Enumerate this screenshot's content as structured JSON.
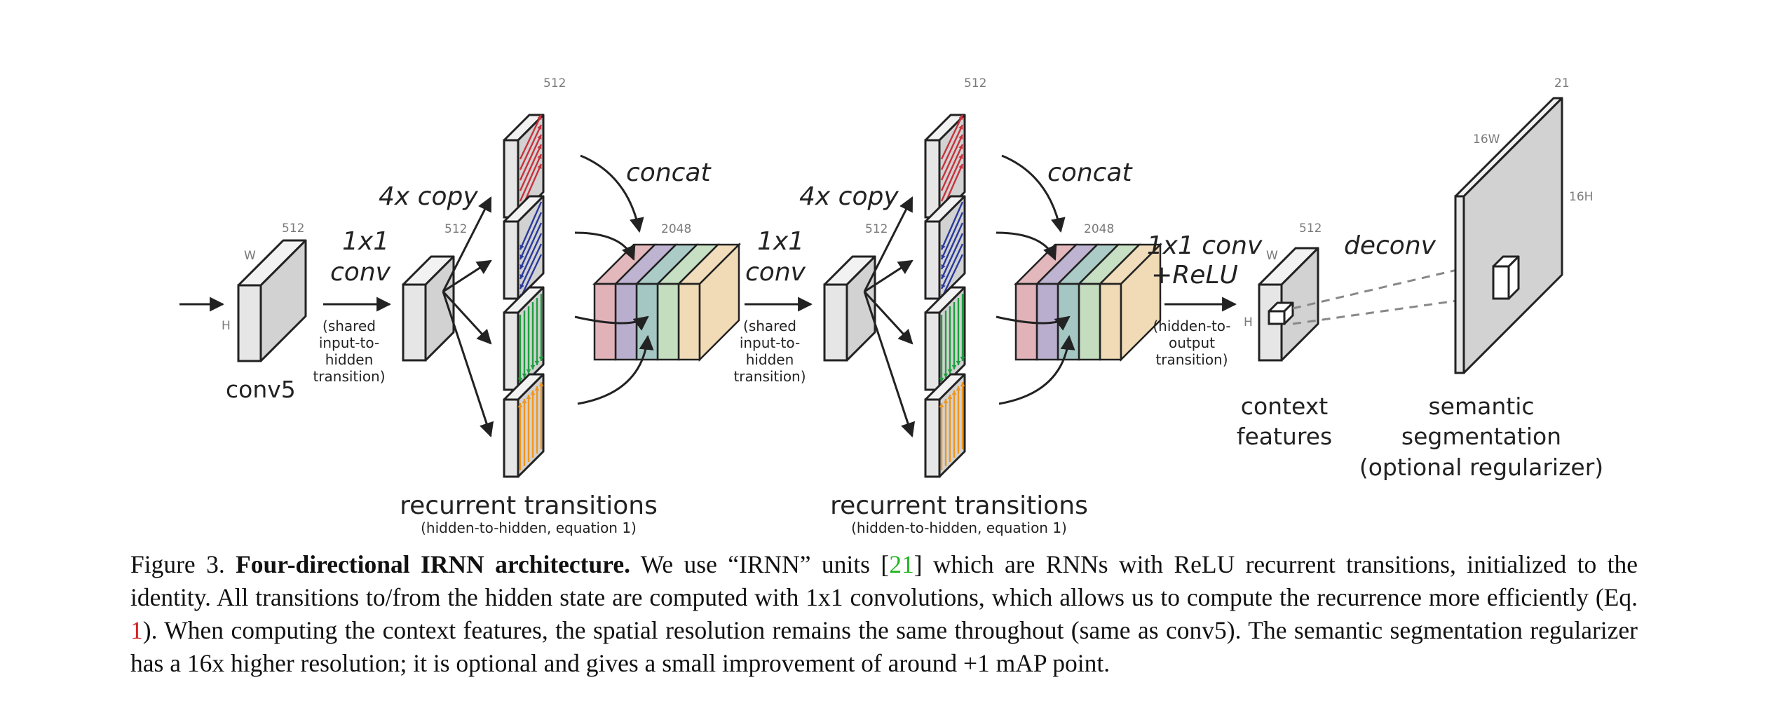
{
  "figure": {
    "conv5": {
      "label": "conv5",
      "dim_w": "W",
      "dim_h": "H",
      "dim_c": "512"
    },
    "stage1": {
      "conv_label": [
        "1x1",
        "conv"
      ],
      "conv_note": [
        "(shared",
        "input-to-",
        "hidden",
        "transition)"
      ],
      "copy_label": "4x copy",
      "copy_dim": "512",
      "rnn_dim": "512",
      "concat_label": "concat",
      "concat_dim": "2048",
      "recurrent_label": "recurrent transitions",
      "recurrent_note": "(hidden-to-hidden, equation 1)"
    },
    "stage2": {
      "conv_label": [
        "1x1",
        "conv"
      ],
      "conv_note": [
        "(shared",
        "input-to-",
        "hidden",
        "transition)"
      ],
      "copy_label": "4x copy",
      "copy_dim": "512",
      "rnn_dim": "512",
      "concat_label": "concat",
      "concat_dim": "2048",
      "recurrent_label": "recurrent transitions",
      "recurrent_note": "(hidden-to-hidden, equation 1)"
    },
    "output": {
      "conv_label": [
        "1x1 conv",
        "+ReLU"
      ],
      "conv_note": [
        "(hidden-to-",
        "output",
        "transition)"
      ],
      "context_dim_w": "W",
      "context_dim_h": "H",
      "context_dim_c": "512",
      "context_label": [
        "context",
        "features"
      ],
      "deconv_label": "deconv",
      "seg_dim_w": "16W",
      "seg_dim_h": "16H",
      "seg_dim_c": "21",
      "seg_label": [
        "semantic",
        "segmentation",
        "(optional regularizer)"
      ]
    },
    "colors": {
      "red": "#c8323c",
      "blue": "#2a3a9c",
      "green": "#1e9e3e",
      "orange": "#f0961e",
      "slab_red": "#d9a0a6",
      "slab_purple": "#a89ac2",
      "slab_teal": "#8fb9b4",
      "slab_green": "#b4d4ae",
      "slab_orange": "#ecd2a4"
    }
  },
  "caption": {
    "prefix": "Figure 3.",
    "title": "Four-directional IRNN architecture.",
    "text1": " We use “IRNN” units [",
    "cite1": "21",
    "text2": "] which are RNNs with ReLU recurrent transitions, initialized to the identity.  All transitions to/from the hidden state are computed with 1x1 convolutions, which allows us to compute the recurrence more efficiently (Eq. ",
    "cite2": "1",
    "text3": ").  When computing the context features, the spatial resolution remains the same throughout (same as conv5).  The semantic segmentation regularizer has a 16x higher resolution; it is optional and gives a small improvement of around +1 mAP point."
  }
}
